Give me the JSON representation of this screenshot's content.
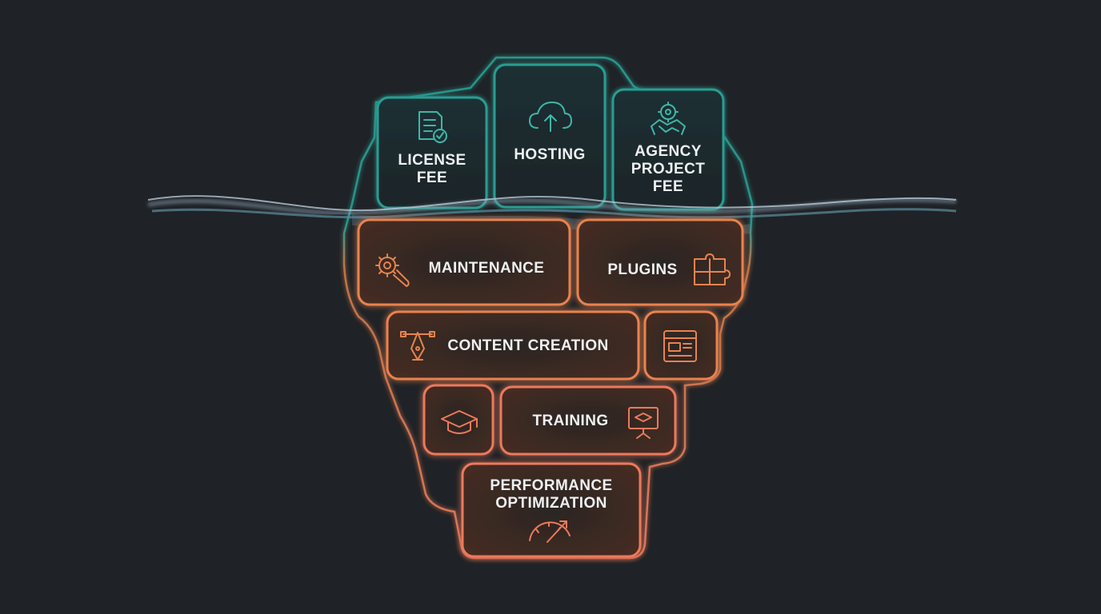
{
  "colors": {
    "background": "#1f2226",
    "teal": "#2a9c92",
    "teal_icon": "#3fb6a8",
    "orange": "#e8834f",
    "coral": "#ec7a5c",
    "water": "#8ea5b8",
    "text": "#eef0f2"
  },
  "above_water": [
    {
      "id": "license",
      "lines": [
        "LICENSE",
        "FEE"
      ],
      "icon": "license-document-icon"
    },
    {
      "id": "hosting",
      "lines": [
        "HOSTING"
      ],
      "icon": "cloud-upload-icon"
    },
    {
      "id": "agency",
      "lines": [
        "AGENCY",
        "PROJECT",
        "FEE"
      ],
      "icon": "handshake-gear-icon"
    }
  ],
  "below_water": [
    {
      "id": "maintenance",
      "lines": [
        "MAINTENANCE"
      ],
      "icon": "wrench-gear-icon"
    },
    {
      "id": "plugins",
      "lines": [
        "PLUGINS"
      ],
      "icon": "puzzle-icon"
    },
    {
      "id": "content",
      "lines": [
        "CONTENT CREATION"
      ],
      "icon": "pen-tool-icon"
    },
    {
      "id": "browser",
      "icon": "browser-window-icon"
    },
    {
      "id": "grad",
      "icon": "graduation-cap-icon"
    },
    {
      "id": "training",
      "lines": [
        "TRAINING"
      ],
      "icon": "presentation-board-icon"
    },
    {
      "id": "performance",
      "lines": [
        "PERFORMANCE",
        "OPTIMIZATION"
      ],
      "icon": "speedometer-icon"
    }
  ]
}
